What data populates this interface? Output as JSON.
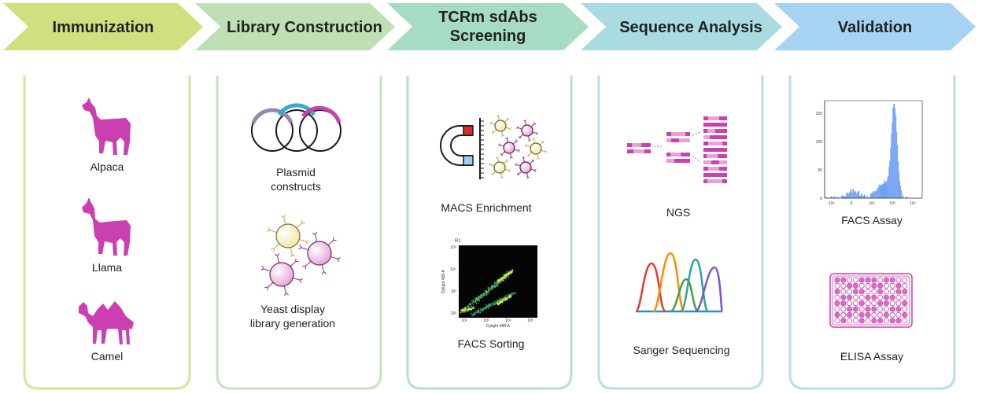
{
  "stages": [
    {
      "title_lines": [
        "Immunization"
      ],
      "color": "#cfe07e",
      "border": "#d7e49a",
      "items": [
        "Alpaca",
        "Llama",
        "Camel"
      ]
    },
    {
      "title_lines": [
        "Library Construction"
      ],
      "color": "#bfe0b4",
      "border": "#c8e2c0",
      "items": [
        [
          "Plasmid",
          "constructs"
        ],
        [
          "Yeast display",
          "library generation"
        ]
      ]
    },
    {
      "title_lines": [
        "TCRm sdAbs",
        "Screening"
      ],
      "color": "#a6dcc4",
      "border": "#b5e0cd",
      "items": [
        "MACS Enrichment",
        "FACS Sorting"
      ]
    },
    {
      "title_lines": [
        "Sequence Analysis"
      ],
      "color": "#a9dbe0",
      "border": "#b8dfe4",
      "items": [
        "NGS",
        "Sanger Sequencing"
      ]
    },
    {
      "title_lines": [
        "Validation"
      ],
      "color": "#a6d3f2",
      "border": "#b6dcf3",
      "items": [
        "FACS Assay",
        "ELISA Assay"
      ]
    }
  ],
  "colors": {
    "magenta": "#cc3fb0",
    "pink_light": "#e6a3d8",
    "cell_yellow": "#efe6a6",
    "histogram_blue": "#6f9ef2"
  },
  "icons": [
    "alpaca-icon",
    "llama-icon",
    "camel-icon",
    "plasmid-icon",
    "yeast-cell-icon",
    "magnet-icon",
    "flow-cytometry-plot-icon",
    "ngs-reads-icon",
    "chromatogram-icon",
    "histogram-icon",
    "well-plate-icon"
  ],
  "facs_sorting_plot": {
    "axis_x_label": "Dylight 488-A",
    "axis_y_label": "Dylight 488-A",
    "ticks_x": [
      "10²",
      "10³",
      "10⁴",
      "10⁵"
    ],
    "ticks_y": [
      "10²",
      "10³",
      "10⁴",
      "10⁵"
    ],
    "gate_marker": "R1"
  },
  "facs_assay_histogram": {
    "yticks": [
      "0",
      "50",
      "100",
      "150"
    ],
    "xticks": [
      "-10²",
      "0",
      "10²",
      "10³",
      "10⁴"
    ]
  }
}
